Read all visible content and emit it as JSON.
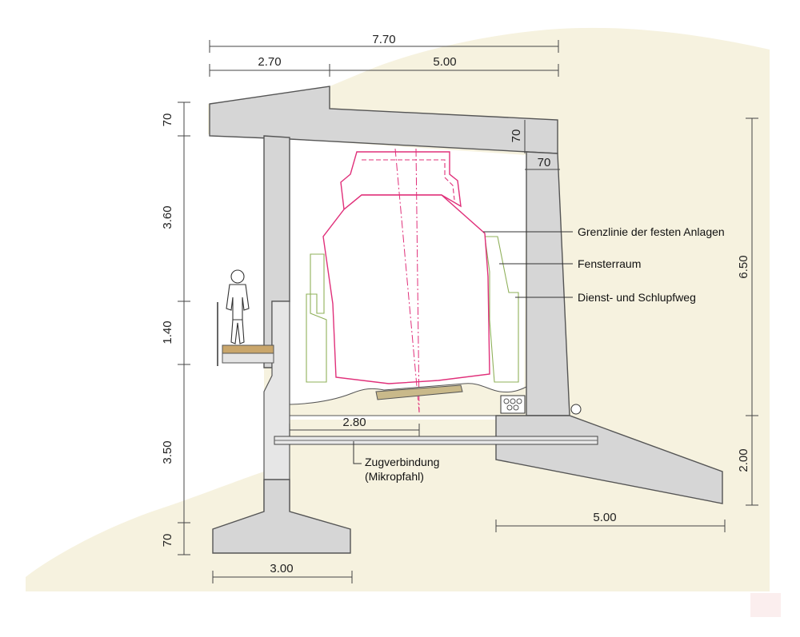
{
  "colors": {
    "background": "#f6f2df",
    "concrete": "#d6d6d6",
    "gauge_line": "#e0307a",
    "window_line": "#8fb05a"
  },
  "dimensions": {
    "top_total": "7.70",
    "top_left": "2.70",
    "top_right": "5.00",
    "left_roof": "70",
    "left_wall_upper": "3.60",
    "left_wall_mid": "1.40",
    "left_wall_lower": "3.50",
    "left_footing": "70",
    "right_roof": "70",
    "right_wall_thickness": "70",
    "right_total_height": "6.50",
    "right_base": "2.00",
    "inner_span": "2.80",
    "bottom_left": "3.00",
    "bottom_right": "5.00"
  },
  "labels": {
    "grenzlinie": "Grenzlinie der festen Anlagen",
    "fensterraum": "Fensterraum",
    "dienstweg": "Dienst- und Schlupfweg",
    "zug_line1": "Zugverbindung",
    "zug_line2": "(Mikropfahl)"
  },
  "icons": {
    "person": "person-figure-icon",
    "cable": "cable-bundle-icon"
  }
}
